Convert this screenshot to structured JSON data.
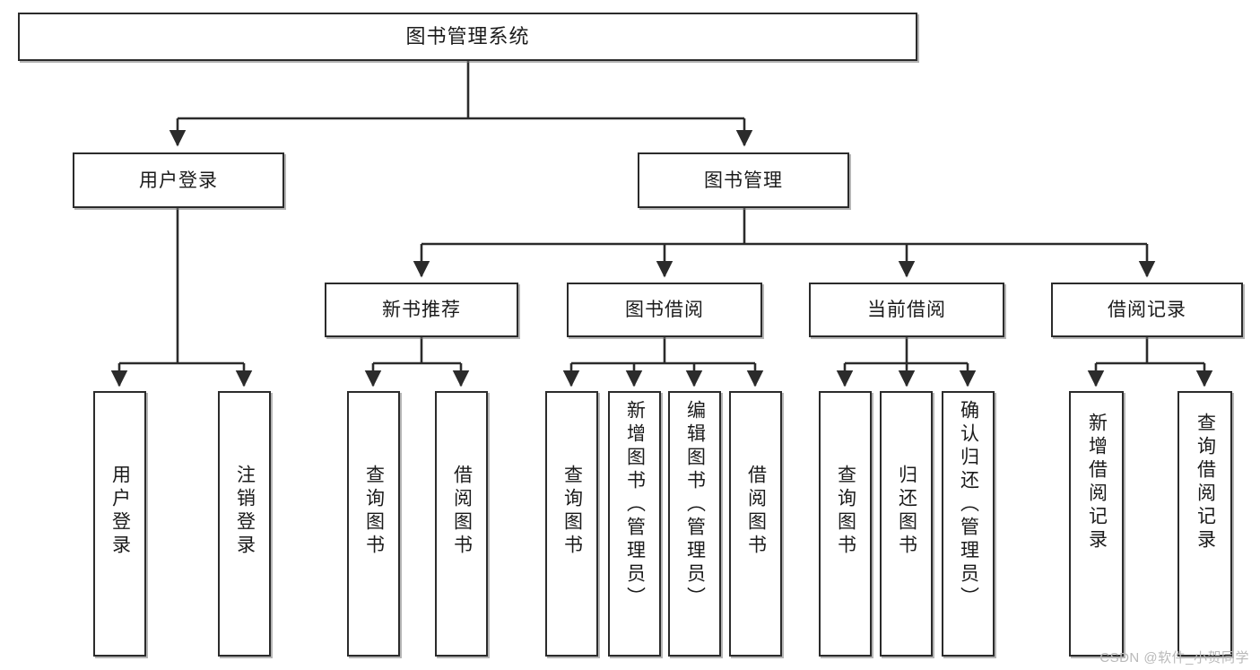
{
  "diagram": {
    "type": "tree",
    "title": "图书管理系统",
    "root": {
      "label": "图书管理系统"
    },
    "level2": [
      {
        "label": "用户登录"
      },
      {
        "label": "图书管理"
      }
    ],
    "level3": [
      {
        "label": "新书推荐"
      },
      {
        "label": "图书借阅"
      },
      {
        "label": "当前借阅"
      },
      {
        "label": "借阅记录"
      }
    ],
    "leaves": {
      "user_login": [
        {
          "label": "用户登录"
        },
        {
          "label": "注销登录"
        }
      ],
      "new_book_recommend": [
        {
          "label": "查询图书"
        },
        {
          "label": "借阅图书"
        }
      ],
      "book_borrow": [
        {
          "label": "查询图书"
        },
        {
          "label": "新增图书（管理员）"
        },
        {
          "label": "编辑图书（管理员）"
        },
        {
          "label": "借阅图书"
        }
      ],
      "current_borrow": [
        {
          "label": "查询图书"
        },
        {
          "label": "归还图书"
        },
        {
          "label": "确认归还（管理员）"
        }
      ],
      "borrow_record": [
        {
          "label": "新增借阅记录"
        },
        {
          "label": "查询借阅记录"
        }
      ]
    }
  },
  "watermark": {
    "text": "CSDN @软件_小贺同学"
  },
  "colors": {
    "box_border": "#2b2b2b",
    "box_fill": "#ffffff",
    "line": "#2b2b2b",
    "text": "#1b1b1b",
    "watermark": "#b9b9b9"
  }
}
